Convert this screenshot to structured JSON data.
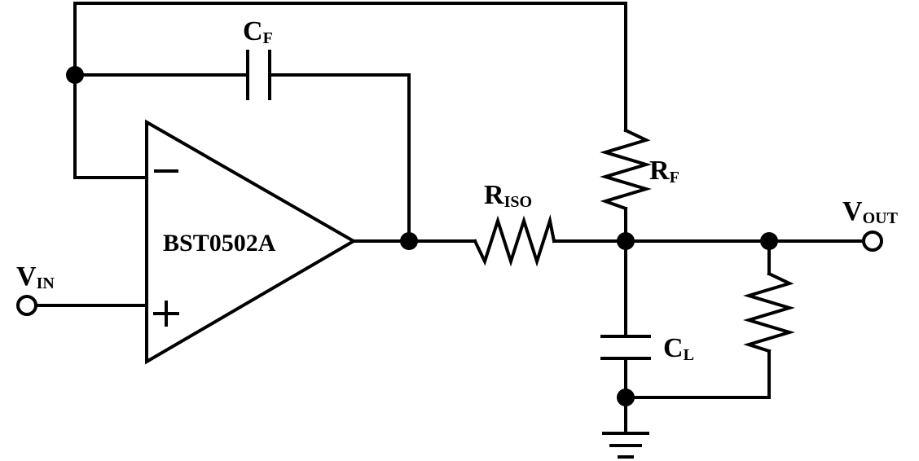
{
  "amplifier": {
    "name": "BST0502A",
    "inverting_symbol": "−",
    "noninverting_symbol": "+"
  },
  "labels": {
    "feedback_capacitor": {
      "main": "C",
      "sub": "F"
    },
    "feedback_resistor": {
      "main": "R",
      "sub": "F"
    },
    "isolation_resistor": {
      "main": "R",
      "sub": "ISO"
    },
    "load_capacitor": {
      "main": "C",
      "sub": "L"
    },
    "input": {
      "main": "V",
      "sub": "IN"
    },
    "output": {
      "main": "V",
      "sub": "OUT"
    }
  }
}
